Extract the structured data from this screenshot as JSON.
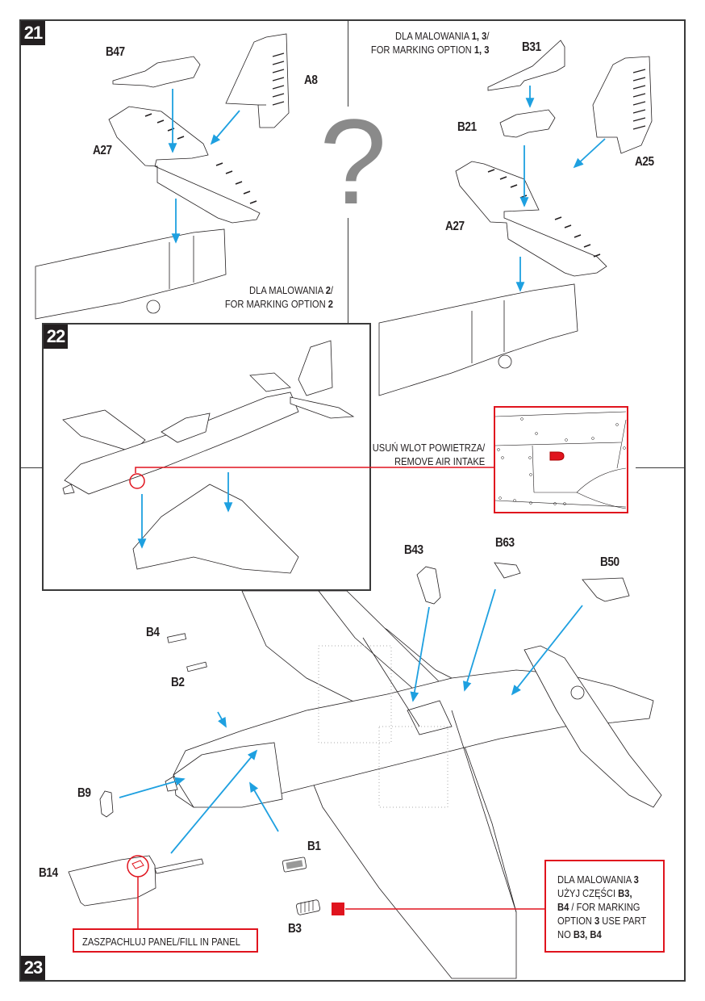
{
  "page": {
    "accent_color": "#1ea0e0",
    "highlight_color": "#e0141e",
    "line_color": "#231f20",
    "placeholder_color": "#8a8a8a"
  },
  "steps": [
    {
      "number": "21",
      "parts": [
        "B47",
        "A8",
        "A27",
        "B31",
        "B21",
        "A25",
        "A27"
      ],
      "placeholder_icon": "question-mark",
      "placeholder_glyph": "?",
      "variant_left": {
        "line1_prefix": "DLA MALOWANIA ",
        "line1_bold": "2",
        "line1_suffix": "/",
        "line2_prefix": "FOR MARKING OPTION ",
        "line2_bold": "2"
      },
      "variant_right": {
        "line1_prefix": "DLA MALOWANIA ",
        "line1_bold": "1, 3",
        "line1_suffix": "/",
        "line2_prefix": "FOR MARKING OPTION ",
        "line2_bold": "1, 3"
      }
    },
    {
      "number": "22",
      "callout": {
        "line1": "USUŃ WLOT POWIETRZA/",
        "line2": "REMOVE AIR INTAKE"
      }
    },
    {
      "number": "23",
      "parts": [
        "B43",
        "B63",
        "B50",
        "B4",
        "B2",
        "B9",
        "B1",
        "B14",
        "B3"
      ],
      "fill_panel_note": "ZASZPACHLUJ PANEL/FILL IN PANEL",
      "option3_note": {
        "l1_prefix": "DLA MALOWANIA ",
        "l1_bold": "3",
        "l2_prefix": "UŻYJ CZĘŚCI ",
        "l2_bold": "B3,",
        "l3_bold": "B4",
        "l3_suffix": " / FOR MARKING",
        "l4_prefix": "OPTION ",
        "l4_bold": "3",
        "l4_suffix": " USE PART",
        "l5_prefix": "NO ",
        "l5_bold": "B3, B4"
      }
    }
  ]
}
